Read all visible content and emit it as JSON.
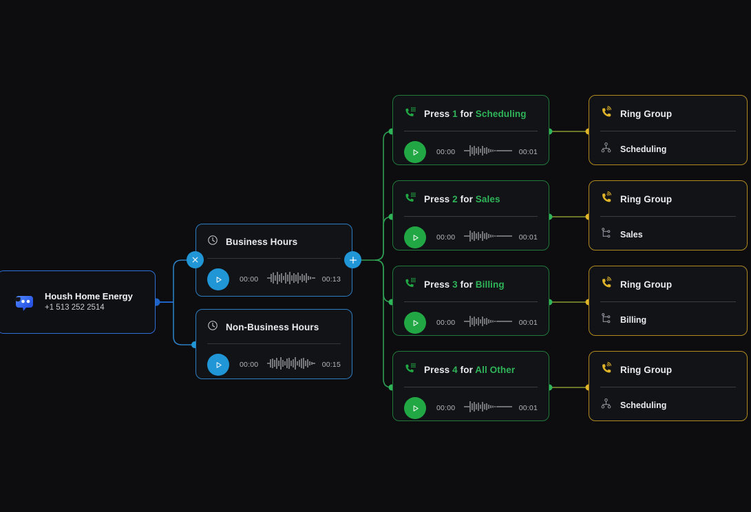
{
  "org": {
    "name": "Housh Home Energy",
    "phone": "+1 513 252 2514",
    "logo_icon": "chat-bubble-logo"
  },
  "hours_nodes": [
    {
      "id": "business-hours",
      "title": "Business Hours",
      "icon": "clock-icon",
      "play_icon": "play-icon",
      "time_start": "00:00",
      "time_end": "00:13",
      "accent": "#2b7fc4"
    },
    {
      "id": "nonbusiness-hours",
      "title": "Non-Business Hours",
      "icon": "clock-icon",
      "play_icon": "play-icon",
      "time_start": "00:00",
      "time_end": "00:15",
      "accent": "#2b7fc4"
    }
  ],
  "ivr_nodes": [
    {
      "id": "ivr-1",
      "press_label": "Press",
      "key": "1",
      "for_label": "for",
      "destination": "Scheduling",
      "icon": "dialpad-phone-icon",
      "play_icon": "play-icon",
      "time_start": "00:00",
      "time_end": "00:01",
      "accent": "#1f7a3c"
    },
    {
      "id": "ivr-2",
      "press_label": "Press",
      "key": "2",
      "for_label": "for",
      "destination": "Sales",
      "icon": "dialpad-phone-icon",
      "play_icon": "play-icon",
      "time_start": "00:00",
      "time_end": "00:01",
      "accent": "#1f7a3c"
    },
    {
      "id": "ivr-3",
      "press_label": "Press",
      "key": "3",
      "for_label": "for",
      "destination": "Billing",
      "icon": "dialpad-phone-icon",
      "play_icon": "play-icon",
      "time_start": "00:00",
      "time_end": "00:01",
      "accent": "#1f7a3c"
    },
    {
      "id": "ivr-4",
      "press_label": "Press",
      "key": "4",
      "for_label": "for",
      "destination": "All Other",
      "icon": "dialpad-phone-icon",
      "play_icon": "play-icon",
      "time_start": "00:00",
      "time_end": "00:01",
      "accent": "#1f7a3c"
    }
  ],
  "ring_groups": [
    {
      "id": "rg-1",
      "title": "Ring Group",
      "icon": "ringing-phone-icon",
      "destination": "Scheduling",
      "destination_icon": "org-chart-icon",
      "accent": "#b08a1e"
    },
    {
      "id": "rg-2",
      "title": "Ring Group",
      "icon": "ringing-phone-icon",
      "destination": "Sales",
      "destination_icon": "branch-icon",
      "accent": "#b08a1e"
    },
    {
      "id": "rg-3",
      "title": "Ring Group",
      "icon": "ringing-phone-icon",
      "destination": "Billing",
      "destination_icon": "branch-icon",
      "accent": "#b08a1e"
    },
    {
      "id": "rg-4",
      "title": "Ring Group",
      "icon": "ringing-phone-icon",
      "destination": "Scheduling",
      "destination_icon": "org-chart-icon",
      "accent": "#b08a1e"
    }
  ],
  "edge_buttons": [
    {
      "id": "btn-close",
      "icon": "close-icon",
      "color": "#2196d6"
    },
    {
      "id": "btn-add",
      "icon": "plus-icon",
      "color": "#2196d6"
    }
  ],
  "colors": {
    "canvas_background": "#0d0d0f",
    "blue_accent": "#2b7fc4",
    "blue_wire": "#1e63c8",
    "green_accent": "#2fb45a",
    "green_wire": "#2e9e53",
    "amber_accent": "#e0b429",
    "card_background": "#121316"
  }
}
